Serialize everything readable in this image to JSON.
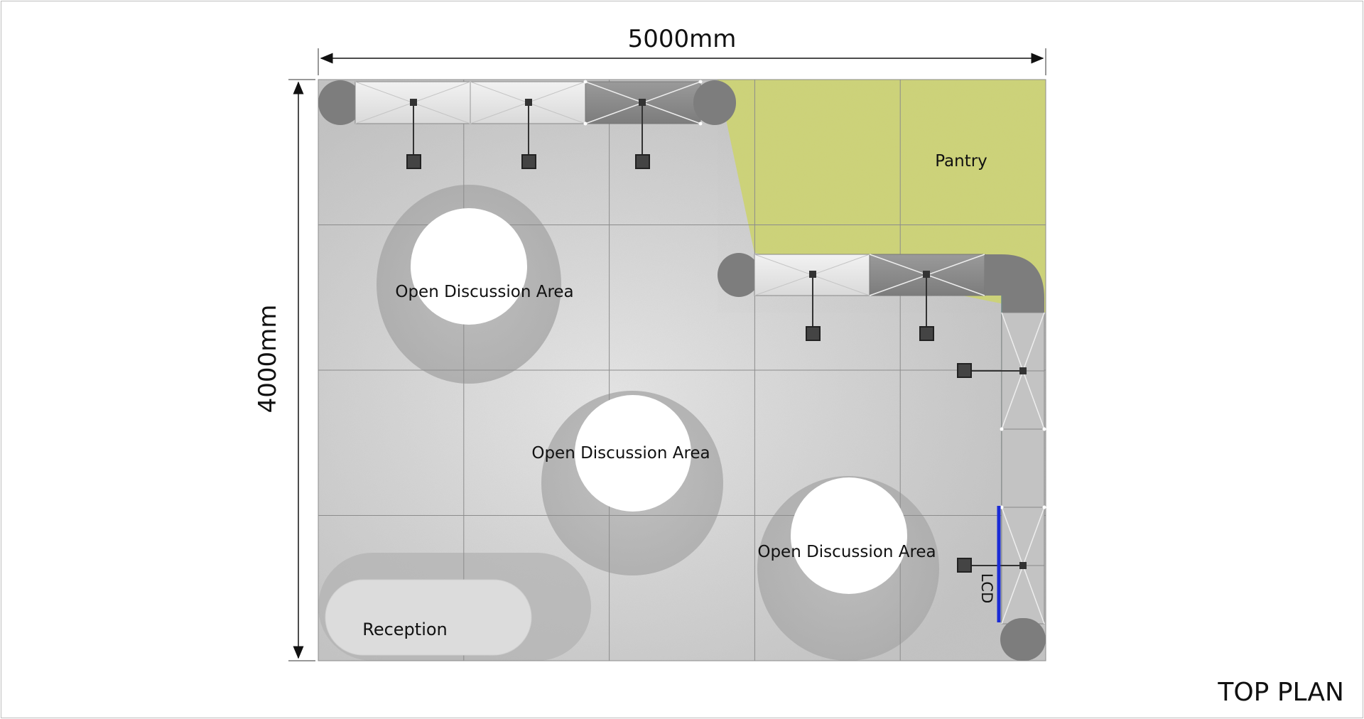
{
  "plan": {
    "title": "TOP PLAN",
    "width_dimension": "5000mm",
    "height_dimension": "4000mm",
    "zones": {
      "pantry": "Pantry",
      "discussion_1": "Open Discussion Area",
      "discussion_2": "Open Discussion Area",
      "discussion_3": "Open Discussion Area",
      "reception": "Reception",
      "lcd": "LCD"
    }
  },
  "colors": {
    "floor": "#c9c9c9",
    "pantry": "#cdd376",
    "grid": "#8c8c8c",
    "wall": "#6e6e6e",
    "lcd": "#1a2bd6",
    "table": "#ffffff"
  }
}
